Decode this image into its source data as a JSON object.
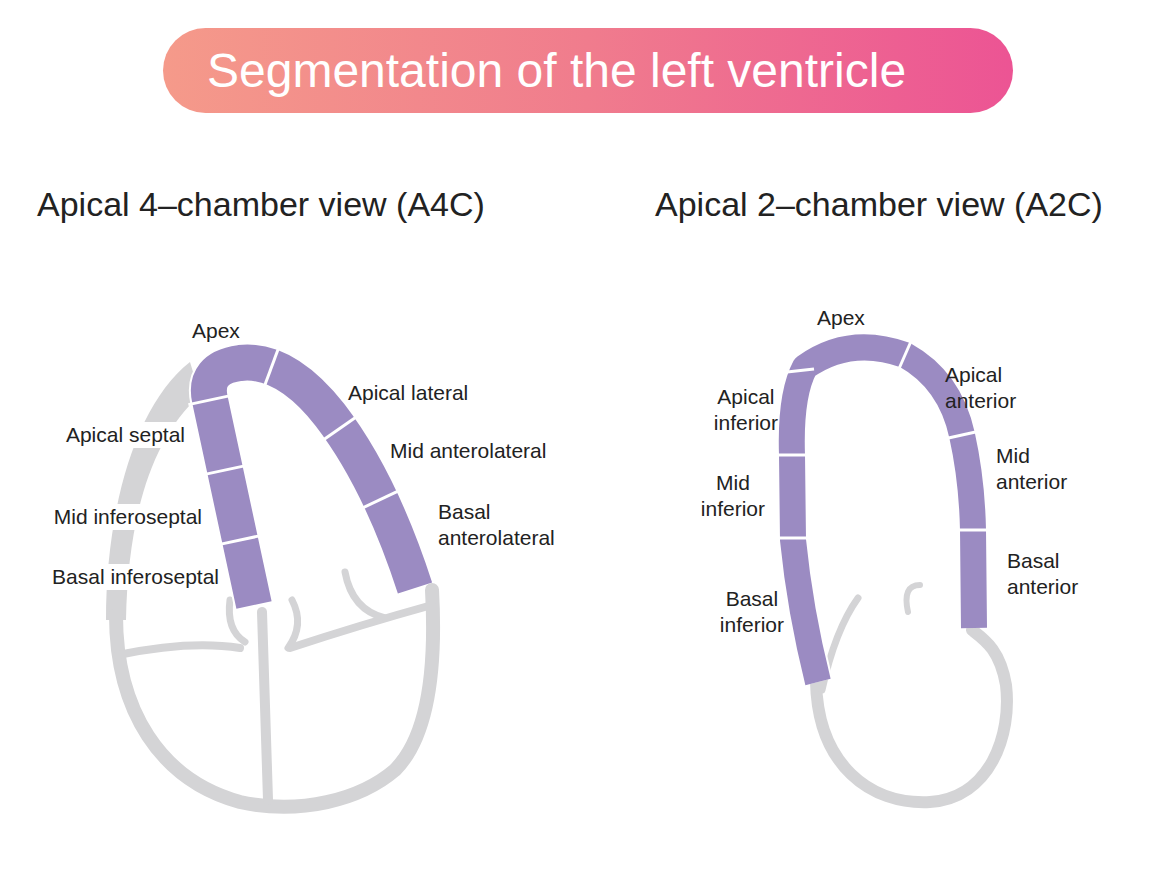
{
  "diagram": {
    "title": "Segmentation of the left ventricle",
    "labels": [
      "Apical 4–chamber view (A4C)",
      "Apical 2–chamber view (A2C)",
      "Apex",
      "Apical lateral",
      "Apical septal",
      "Mid anterolateral",
      "Mid inferoseptal",
      "Basal anterolateral",
      "Basal inferoseptal",
      "Apex",
      "Apical anterior",
      "Apical inferior",
      "Mid anterior",
      "Mid inferior",
      "Basal anterior",
      "Basal inferior"
    ]
  }
}
